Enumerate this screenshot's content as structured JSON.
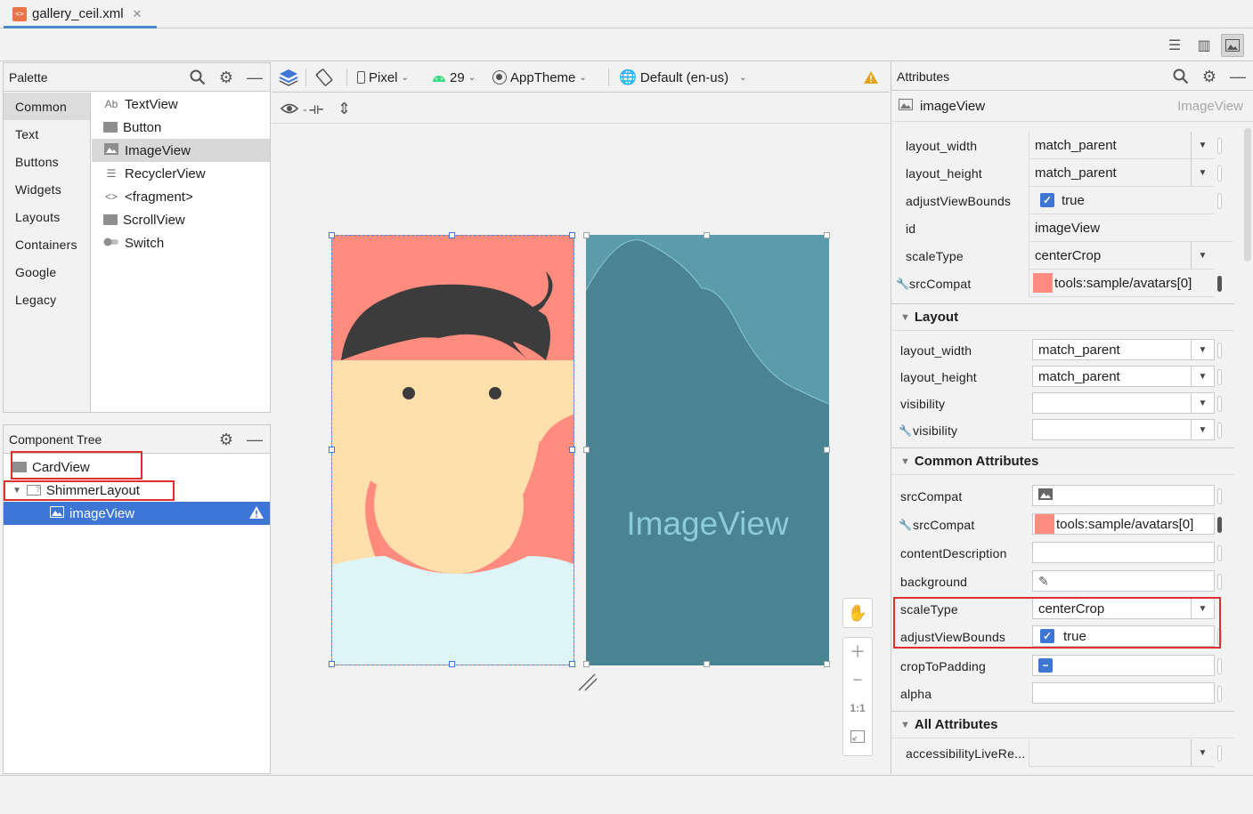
{
  "file_tab": {
    "name": "gallery_ceil.xml"
  },
  "palette": {
    "title": "Palette",
    "categories": [
      "Common",
      "Text",
      "Buttons",
      "Widgets",
      "Layouts",
      "Containers",
      "Google",
      "Legacy"
    ],
    "widgets": [
      {
        "label": "TextView",
        "icon": "Ab"
      },
      {
        "label": "Button",
        "icon": "button-icon"
      },
      {
        "label": "ImageView",
        "icon": "image-icon"
      },
      {
        "label": "RecyclerView",
        "icon": "list-icon"
      },
      {
        "label": "<fragment>",
        "icon": "code-icon"
      },
      {
        "label": "ScrollView",
        "icon": "scroll-icon"
      },
      {
        "label": "Switch",
        "icon": "switch-icon"
      }
    ]
  },
  "component_tree": {
    "title": "Component Tree",
    "nodes": [
      {
        "label": "CardView"
      },
      {
        "label": "ShimmerLayout"
      },
      {
        "label": "imageView"
      }
    ]
  },
  "toolbar": {
    "device": "Pixel",
    "api": "29",
    "theme": "AppTheme",
    "locale": "Default (en-us)"
  },
  "blueprint": {
    "placeholder": "ImageView"
  },
  "zoom": {
    "ratio": "1:1"
  },
  "attributes": {
    "title": "Attributes",
    "component": "imageView",
    "component_type": "ImageView",
    "declared": [
      {
        "name": "layout_width",
        "value": "match_parent"
      },
      {
        "name": "layout_height",
        "value": "match_parent"
      },
      {
        "name": "adjustViewBounds",
        "value": "true"
      },
      {
        "name": "id",
        "value": "imageView"
      },
      {
        "name": "scaleType",
        "value": "centerCrop"
      },
      {
        "name": "srcCompat",
        "value": "tools:sample/avatars[0]"
      }
    ],
    "layout_section": "Layout",
    "layout": [
      {
        "name": "layout_width",
        "value": "match_parent"
      },
      {
        "name": "layout_height",
        "value": "match_parent"
      },
      {
        "name": "visibility",
        "value": ""
      },
      {
        "name": "visibility",
        "value": ""
      }
    ],
    "common_section": "Common Attributes",
    "common": [
      {
        "name": "srcCompat",
        "value": ""
      },
      {
        "name": "srcCompat",
        "value": "tools:sample/avatars[0]"
      },
      {
        "name": "contentDescription",
        "value": ""
      },
      {
        "name": "background",
        "value": ""
      },
      {
        "name": "scaleType",
        "value": "centerCrop"
      },
      {
        "name": "adjustViewBounds",
        "value": "true"
      },
      {
        "name": "cropToPadding",
        "value": ""
      },
      {
        "name": "alpha",
        "value": ""
      }
    ],
    "all_section": "All Attributes",
    "all": [
      {
        "name": "accessibilityLiveRe..."
      }
    ]
  },
  "colors": {
    "accent": "#3d76d5",
    "highlight_red": "#e0302e",
    "avatar_bg": "#ff8c7e",
    "blueprint_bg": "#4a8391"
  }
}
